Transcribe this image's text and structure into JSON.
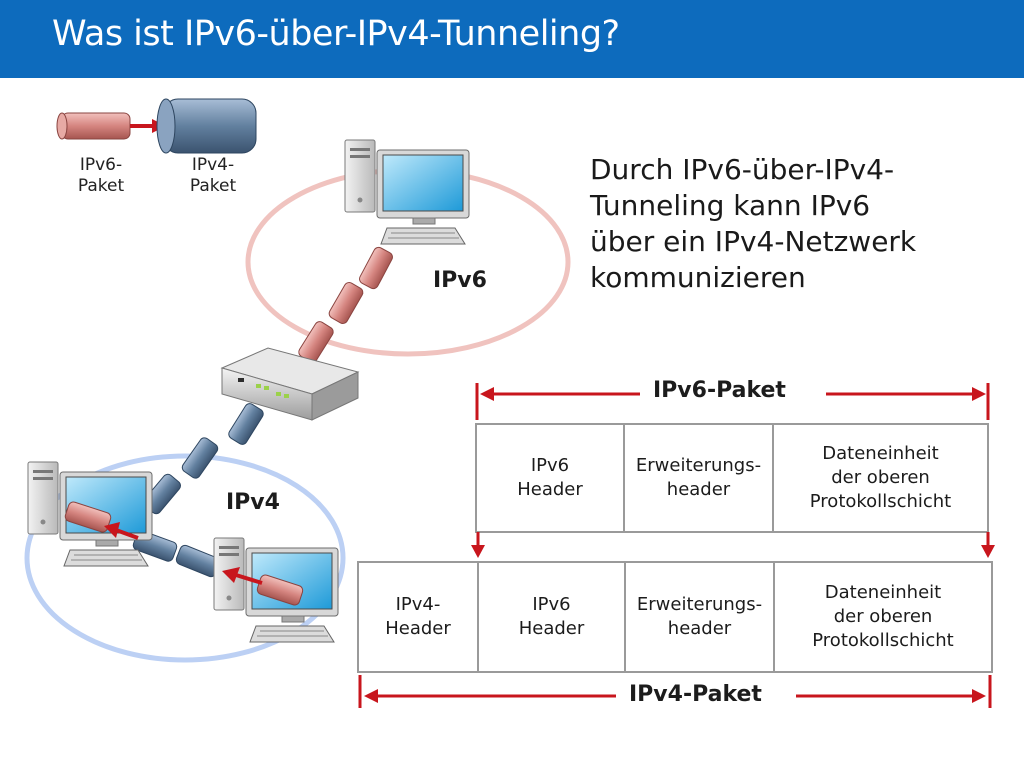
{
  "slide": {
    "title": "Was ist IPv6-über-IPv4-Tunneling?"
  },
  "legend": {
    "ipv6_packet": [
      "IPv6-",
      "Paket"
    ],
    "ipv4_packet": [
      "IPv4-",
      "Paket"
    ]
  },
  "network": {
    "ipv6_label": "IPv6",
    "ipv4_label": "IPv4"
  },
  "description": [
    "Durch IPv6-über-IPv4-",
    "Tunneling kann IPv6",
    "über ein IPv4-Netzwerk",
    "kommunizieren"
  ],
  "ipv6_packet": {
    "title": "IPv6-Paket",
    "cells": [
      [
        "IPv6",
        "Header"
      ],
      [
        "Erweiterungs-",
        "header"
      ],
      [
        "Dateneinheit",
        "der oberen",
        "Protokollschicht"
      ]
    ]
  },
  "ipv4_packet": {
    "title": "IPv4-Paket",
    "cells": [
      [
        "IPv4-",
        "Header"
      ],
      [
        "IPv6",
        "Header"
      ],
      [
        "Erweiterungs-",
        "header"
      ],
      [
        "Dateneinheit",
        "der oberen",
        "Protokollschicht"
      ]
    ]
  },
  "colors": {
    "header_bar": "#0d6bbd",
    "ipv6_tube": "#d98a86",
    "ipv4_tube": "#5f7fa3",
    "arrow": "#c8161d",
    "ipv6_ring": "#f0c3bf",
    "ipv4_ring": "#bcd0f4"
  }
}
